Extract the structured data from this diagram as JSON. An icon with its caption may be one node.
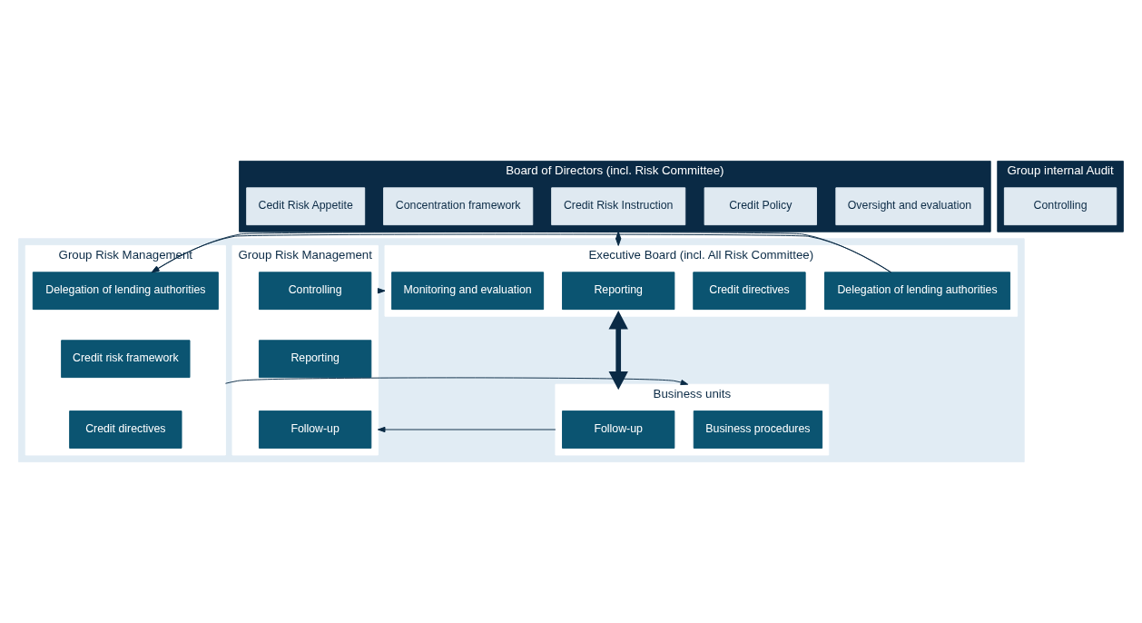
{
  "diagram": {
    "nodes": [
      {
        "text": [
          "Board of Directors (incl. Risk Committee)"
        ]
      },
      {
        "text": [
          "Cedit Risk Appetite"
        ],
        "in": 0
      },
      {
        "text": [
          "Concentration framework"
        ],
        "in": 0
      },
      {
        "text": [
          "Credit Risk Instruction"
        ],
        "in": 0
      },
      {
        "text": [
          "Credit Policy"
        ],
        "in": 0
      },
      {
        "text": [
          "Oversight and evaluation"
        ],
        "in": 0
      },
      {
        "text": [
          "Group internal Audit"
        ]
      },
      {
        "text": [
          "Controlling"
        ],
        "in": 6
      },
      {
        "text": [],
        "shape": "box"
      },
      {
        "text": [
          "Executive Board (incl. All Risk Committee)"
        ],
        "in": 8
      },
      {
        "text": [
          "Monitoring and evaluation"
        ],
        "in": 9
      },
      {
        "text": [
          "Reporting"
        ],
        "in": 9
      },
      {
        "text": [
          "Credit directives"
        ],
        "in": 9
      },
      {
        "text": [
          "Delegation of lending authorities"
        ],
        "in": 9
      },
      {
        "text": [
          "Group Risk Management"
        ],
        "in": 8
      },
      {
        "text": [
          "Controlling"
        ],
        "in": 14
      },
      {
        "text": [
          "Reporting"
        ],
        "in": 14
      },
      {
        "text": [
          "Follow-up"
        ],
        "in": 14
      },
      {
        "text": [
          "Group Risk Management"
        ],
        "in": 8
      },
      {
        "text": [
          "Delegation of lending authorities"
        ],
        "in": 18
      },
      {
        "text": [
          "Credit risk framework"
        ],
        "in": 18
      },
      {
        "text": [
          "Credit directives"
        ],
        "in": 18
      },
      {
        "text": [
          "Business units"
        ],
        "in": 8
      },
      {
        "text": [
          "Follow-up"
        ],
        "in": 22
      },
      {
        "text": [
          "Business procedures"
        ],
        "in": 22
      }
    ],
    "edges": [
      {
        "from": 0,
        "to": 9,
        "arrow": "both"
      },
      {
        "from": 14,
        "to": 9,
        "arrow": "to"
      },
      {
        "from": 9,
        "to": 18,
        "arrow": "to"
      },
      {
        "from": 9,
        "to": 22,
        "arrow": "both",
        "style": "thick"
      },
      {
        "from": 18,
        "to": 22,
        "arrow": "to"
      },
      {
        "from": 22,
        "to": 14,
        "arrow": "to"
      }
    ]
  }
}
